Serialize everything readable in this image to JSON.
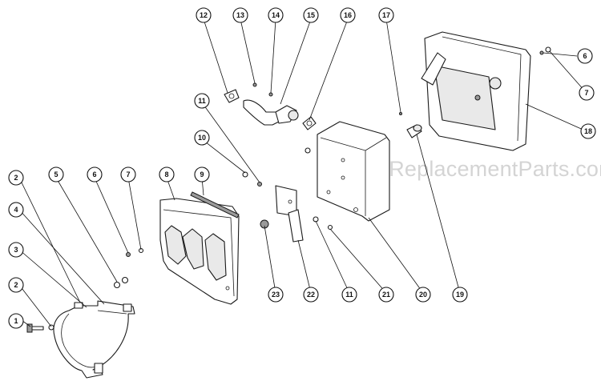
{
  "watermark": "eReplacementParts.com",
  "callouts": [
    {
      "id": "c1",
      "label": "1"
    },
    {
      "id": "c2a",
      "label": "2"
    },
    {
      "id": "c2b",
      "label": "2"
    },
    {
      "id": "c3",
      "label": "3"
    },
    {
      "id": "c4",
      "label": "4"
    },
    {
      "id": "c5",
      "label": "5"
    },
    {
      "id": "c6a",
      "label": "6"
    },
    {
      "id": "c7a",
      "label": "7"
    },
    {
      "id": "c8",
      "label": "8"
    },
    {
      "id": "c9",
      "label": "9"
    },
    {
      "id": "c10",
      "label": "10"
    },
    {
      "id": "c11a",
      "label": "11"
    },
    {
      "id": "c11b",
      "label": "11"
    },
    {
      "id": "c12",
      "label": "12"
    },
    {
      "id": "c13",
      "label": "13"
    },
    {
      "id": "c14",
      "label": "14"
    },
    {
      "id": "c15",
      "label": "15"
    },
    {
      "id": "c16",
      "label": "16"
    },
    {
      "id": "c17",
      "label": "17"
    },
    {
      "id": "c18",
      "label": "18"
    },
    {
      "id": "c19",
      "label": "19"
    },
    {
      "id": "c20",
      "label": "20"
    },
    {
      "id": "c21",
      "label": "21"
    },
    {
      "id": "c22",
      "label": "22"
    },
    {
      "id": "c23",
      "label": "23"
    },
    {
      "id": "c6b",
      "label": "6"
    },
    {
      "id": "c7b",
      "label": "7"
    }
  ]
}
